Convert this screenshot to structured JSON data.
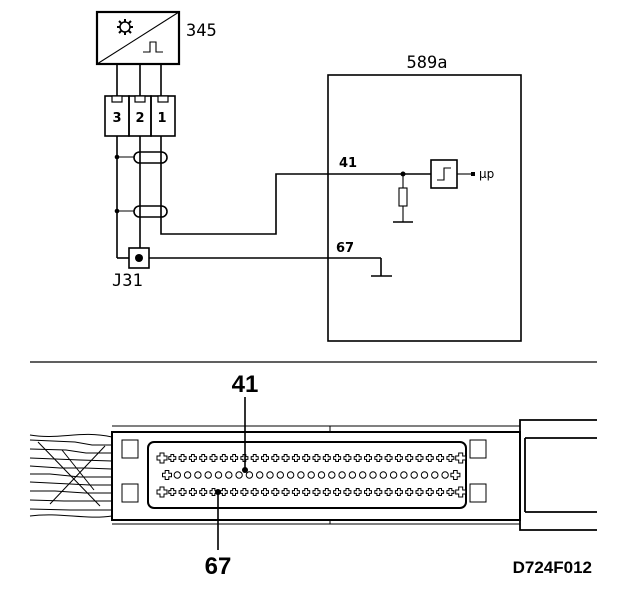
{
  "schematic": {
    "sensor": {
      "id": "345"
    },
    "connector_pins": [
      "3",
      "2",
      "1"
    ],
    "ground_point": {
      "id": "J31"
    },
    "control_unit": {
      "id": "589a",
      "pin_signal": "41",
      "pin_ground": "67",
      "output_label": "µp"
    }
  },
  "connector_view": {
    "callout_top": "41",
    "callout_bottom": "67"
  },
  "figure_code": "D724F012"
}
